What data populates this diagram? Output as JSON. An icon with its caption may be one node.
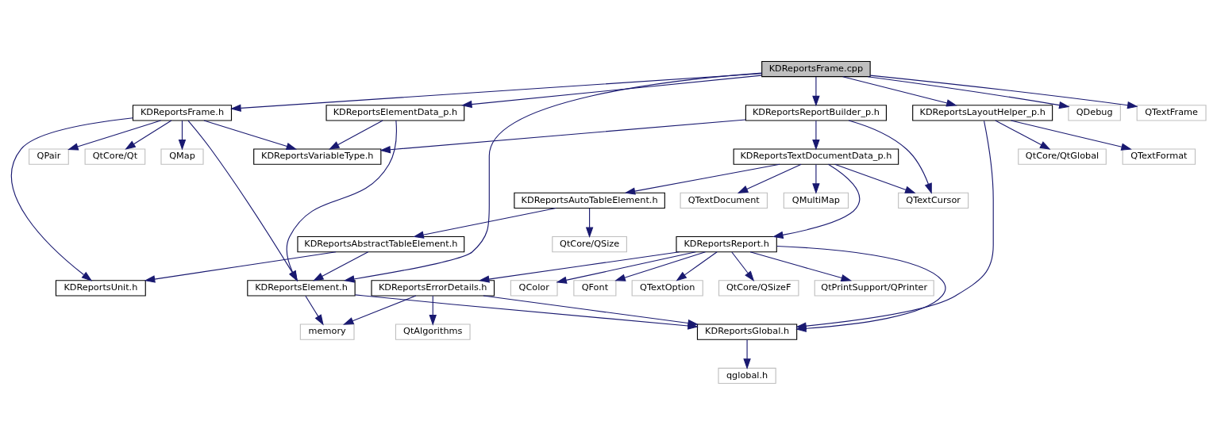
{
  "diagram": {
    "nodes": [
      {
        "text": [
          "KDReportsFrame.cpp"
        ]
      },
      {
        "text": [
          "KDReportsFrame.h"
        ]
      },
      {
        "text": [
          "KDReportsElementData_p.h"
        ]
      },
      {
        "text": [
          "KDReportsReportBuilder_p.h"
        ]
      },
      {
        "text": [
          "KDReportsLayoutHelper_p.h"
        ]
      },
      {
        "text": [
          "QDebug"
        ]
      },
      {
        "text": [
          "QTextFrame"
        ]
      },
      {
        "text": [
          "QtCore/Qt"
        ]
      },
      {
        "text": [
          "QMap"
        ]
      },
      {
        "text": [
          "QPair"
        ]
      },
      {
        "text": [
          "KDReportsVariableType.h"
        ]
      },
      {
        "text": [
          "KDReportsTextDocumentData_p.h"
        ]
      },
      {
        "text": [
          "QtCore/QtGlobal"
        ]
      },
      {
        "text": [
          "QTextFormat"
        ]
      },
      {
        "text": [
          "QTextCursor"
        ]
      },
      {
        "text": [
          "QTextDocument"
        ]
      },
      {
        "text": [
          "KDReportsAutoTableElement.h"
        ]
      },
      {
        "text": [
          "QMultiMap"
        ]
      },
      {
        "text": [
          "QtCore/QSize"
        ]
      },
      {
        "text": [
          "KDReportsReport.h"
        ]
      },
      {
        "text": [
          "KDReportsAbstractTableElement.h"
        ]
      },
      {
        "text": [
          "KDReportsElement.h"
        ]
      },
      {
        "text": [
          "KDReportsUnit.h"
        ]
      },
      {
        "text": [
          "KDReportsErrorDetails.h"
        ]
      },
      {
        "text": [
          "QColor"
        ]
      },
      {
        "text": [
          "QFont"
        ]
      },
      {
        "text": [
          "QTextOption"
        ]
      },
      {
        "text": [
          "QtCore/QSizeF"
        ]
      },
      {
        "text": [
          "QtPrintSupport/QPrinter"
        ]
      },
      {
        "text": [
          "memory"
        ]
      },
      {
        "text": [
          "QtAlgorithms"
        ]
      },
      {
        "text": [
          "KDReportsGlobal.h"
        ]
      },
      {
        "text": [
          "qglobal.h"
        ]
      }
    ],
    "edges": [
      {
        "from": 0,
        "to": 21,
        "arrow": "to"
      },
      {
        "from": 0,
        "to": 1,
        "arrow": "to"
      },
      {
        "from": 0,
        "to": 2,
        "arrow": "to"
      },
      {
        "from": 0,
        "to": 3,
        "arrow": "to"
      },
      {
        "from": 0,
        "to": 4,
        "arrow": "to"
      },
      {
        "from": 0,
        "to": 5,
        "arrow": "to"
      },
      {
        "from": 0,
        "to": 6,
        "arrow": "to"
      },
      {
        "from": 1,
        "to": 7,
        "arrow": "to"
      },
      {
        "from": 1,
        "to": 21,
        "arrow": "to"
      },
      {
        "from": 1,
        "to": 8,
        "arrow": "to"
      },
      {
        "from": 1,
        "to": 9,
        "arrow": "to"
      },
      {
        "from": 1,
        "to": 22,
        "arrow": "to"
      },
      {
        "from": 1,
        "to": 10,
        "arrow": "to"
      },
      {
        "from": 2,
        "to": 10,
        "arrow": "to"
      },
      {
        "from": 2,
        "to": 21,
        "arrow": "to"
      },
      {
        "from": 3,
        "to": 10,
        "arrow": "to"
      },
      {
        "from": 3,
        "to": 14,
        "arrow": "to"
      },
      {
        "from": 3,
        "to": 11,
        "arrow": "to"
      },
      {
        "from": 4,
        "to": 12,
        "arrow": "to"
      },
      {
        "from": 4,
        "to": 31,
        "arrow": "to"
      },
      {
        "from": 4,
        "to": 13,
        "arrow": "to"
      },
      {
        "from": 11,
        "to": 14,
        "arrow": "to"
      },
      {
        "from": 11,
        "to": 15,
        "arrow": "to"
      },
      {
        "from": 11,
        "to": 16,
        "arrow": "to"
      },
      {
        "from": 11,
        "to": 19,
        "arrow": "to"
      },
      {
        "from": 11,
        "to": 17,
        "arrow": "to"
      },
      {
        "from": 16,
        "to": 20,
        "arrow": "to"
      },
      {
        "from": 16,
        "to": 18,
        "arrow": "to"
      },
      {
        "from": 20,
        "to": 21,
        "arrow": "to"
      },
      {
        "from": 20,
        "to": 22,
        "arrow": "to"
      },
      {
        "from": 19,
        "to": 23,
        "arrow": "to"
      },
      {
        "from": 19,
        "to": 24,
        "arrow": "to"
      },
      {
        "from": 19,
        "to": 25,
        "arrow": "to"
      },
      {
        "from": 19,
        "to": 31,
        "arrow": "to"
      },
      {
        "from": 19,
        "to": 26,
        "arrow": "to"
      },
      {
        "from": 19,
        "to": 27,
        "arrow": "to"
      },
      {
        "from": 19,
        "to": 28,
        "arrow": "to"
      },
      {
        "from": 21,
        "to": 29,
        "arrow": "to"
      },
      {
        "from": 21,
        "to": 31,
        "arrow": "to"
      },
      {
        "from": 23,
        "to": 29,
        "arrow": "to"
      },
      {
        "from": 23,
        "to": 30,
        "arrow": "to"
      },
      {
        "from": 23,
        "to": 31,
        "arrow": "to"
      },
      {
        "from": 31,
        "to": 32,
        "arrow": "to"
      }
    ]
  }
}
